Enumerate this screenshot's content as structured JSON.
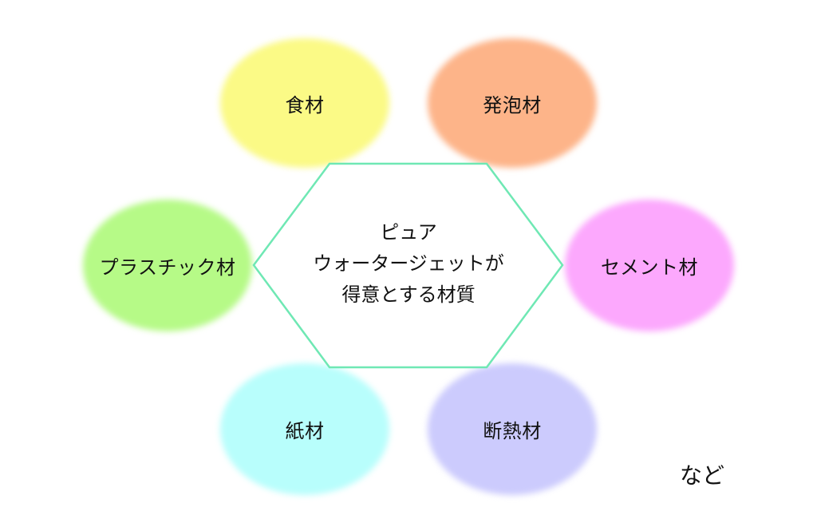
{
  "center": {
    "lines": [
      "ピュア",
      "ウォータージェットが",
      "得意とする材質"
    ],
    "border_color": "#6fe8b4",
    "fill_color": "#ffffff"
  },
  "materials": {
    "food": {
      "label": "食材",
      "color": "#fbfa86"
    },
    "foam": {
      "label": "発泡材",
      "color": "#fdb489"
    },
    "plastic": {
      "label": "プラスチック材",
      "color": "#b6fa87"
    },
    "cement": {
      "label": "セメント材",
      "color": "#fca8fd"
    },
    "paper": {
      "label": "紙材",
      "color": "#b8fefc"
    },
    "insulation": {
      "label": "断熱材",
      "color": "#cccbfd"
    }
  },
  "footnote": "など"
}
